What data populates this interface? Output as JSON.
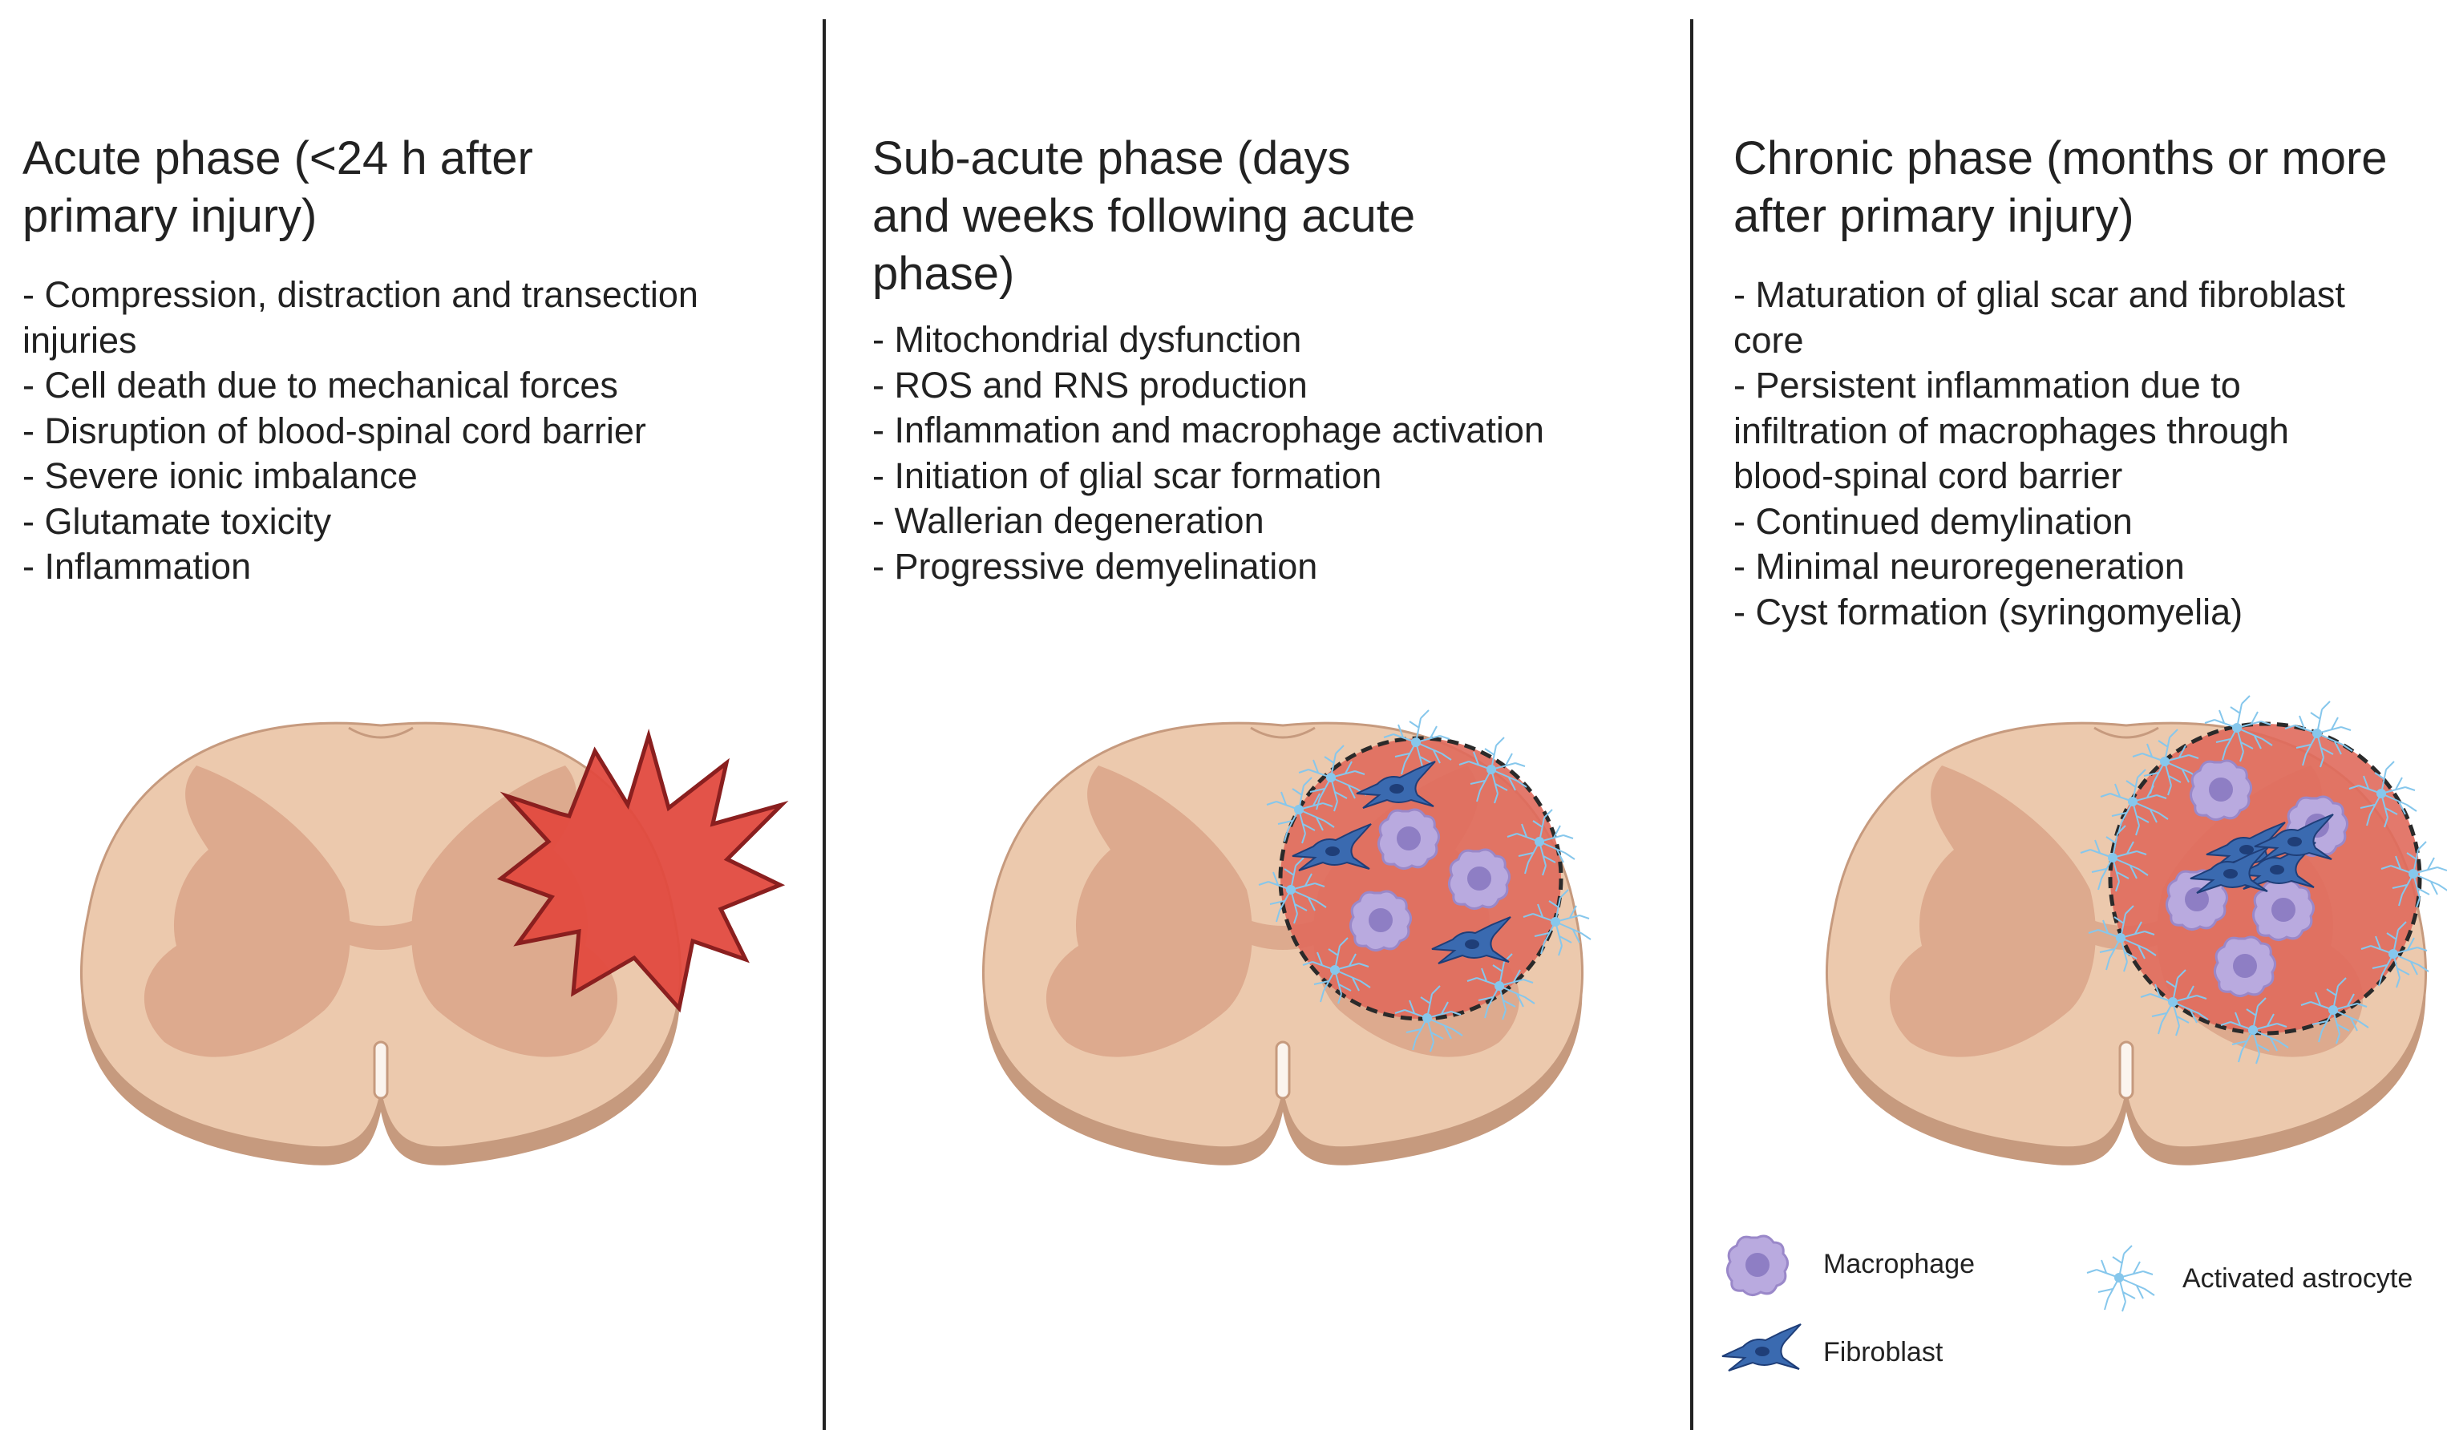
{
  "phases": [
    {
      "title": "Acute phase (<24 h after primary injury)",
      "items": [
        "- Compression, distraction and transection injuries",
        "- Cell death due to mechanical forces",
        "- Disruption of blood-spinal cord barrier",
        "- Severe ionic imbalance",
        "- Glutamate toxicity",
        "- Inflammation"
      ]
    },
    {
      "title": "Sub-acute phase (days and weeks following acute phase)",
      "items": [
        "- Mitochondrial dysfunction",
        "- ROS and RNS production",
        "- Inflammation and macrophage activation",
        "- Initiation of glial scar formation",
        "- Wallerian degeneration",
        "- Progressive demyelination"
      ]
    },
    {
      "title": "Chronic phase (months or more after primary injury)",
      "items": [
        "- Maturation of glial scar and fibroblast core",
        "- Persistent inflammation due to infiltration of macrophages through blood-spinal cord barrier",
        "- Continued demylination",
        "- Minimal neuroregeneration",
        "- Cyst formation (syringomyelia)"
      ]
    }
  ],
  "legend": {
    "macrophage": "Macrophage",
    "fibroblast": "Fibroblast",
    "astrocyte": "Activated astrocyte"
  },
  "colors": {
    "white_matter": "#ecc9ad",
    "grey_matter": "#ddaa8e",
    "cord_edge": "#c69a7e",
    "lesion": "#e24a3f",
    "lesion_outline": "#8a1f1f",
    "macrophage": "#b9aadf",
    "fibroblast": "#3a6ab0",
    "astrocyte": "#86c7ec"
  }
}
